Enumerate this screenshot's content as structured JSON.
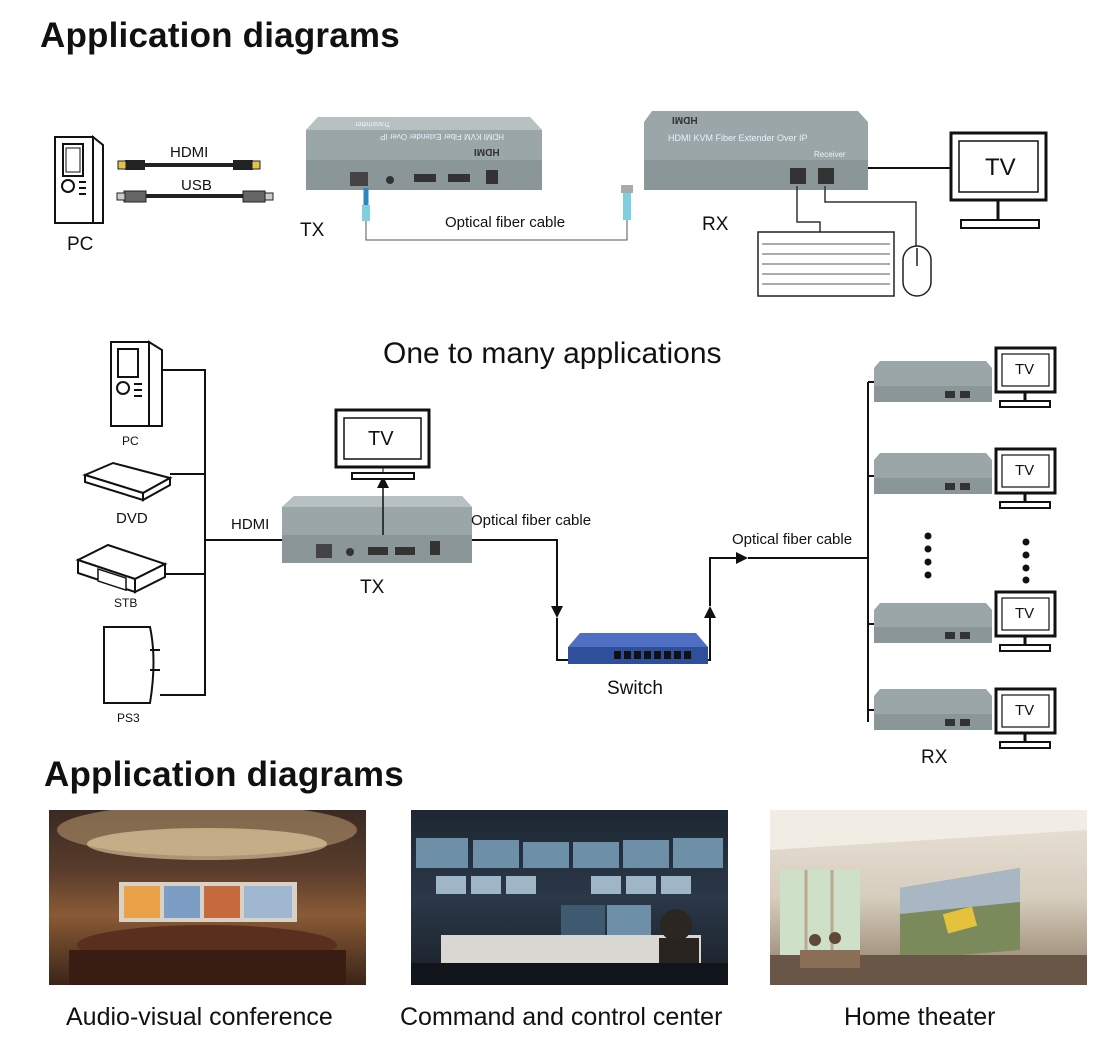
{
  "headings": {
    "top": "Application diagrams",
    "bottom": "Application diagrams"
  },
  "diagram1": {
    "pc": "PC",
    "hdmi": "HDMI",
    "usb": "USB",
    "tx": "TX",
    "rx": "RX",
    "fiber": "Optical fiber cable",
    "tv": "TV",
    "tx_device_text": "HDMI KVM Fiber Extender Over IP",
    "tx_device_sub": "Transmitter",
    "rx_device_text": "HDMI KVM Fiber Extender Over IP",
    "rx_device_sub": "Receiver",
    "hdmi_logo": "HDMI"
  },
  "diagram2": {
    "title": "One to many applications",
    "sources": [
      "PC",
      "DVD",
      "STB",
      "PS3"
    ],
    "hdmi": "HDMI",
    "tx": "TX",
    "tv": "TV",
    "fiber_left": "Optical fiber cable",
    "fiber_right": "Optical fiber cable",
    "switch": "Switch",
    "rx": "RX",
    "receivers_tv": [
      "TV",
      "TV",
      "TV",
      "TV"
    ]
  },
  "photos": [
    {
      "caption": "Audio-visual conference"
    },
    {
      "caption": "Command and control center"
    },
    {
      "caption": "Home theater"
    }
  ],
  "colors": {
    "device_gray": "#8e9a9c",
    "switch_blue": "#2f4f9a",
    "wire": "#111111"
  }
}
